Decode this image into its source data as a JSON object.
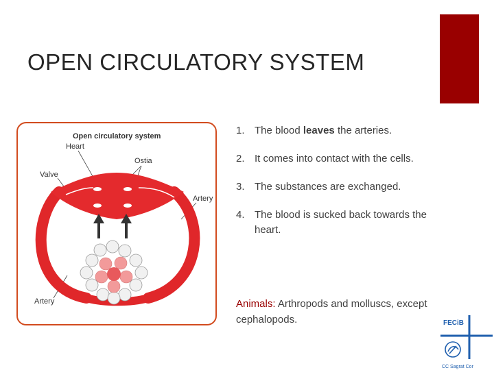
{
  "slide": {
    "title": "OPEN CIRCULATORY SYSTEM",
    "accent_color": "#990000"
  },
  "diagram": {
    "caption": "Open circulatory system",
    "labels": {
      "heart": "Heart",
      "ostia": "Ostia",
      "valve": "Valve",
      "artery_right": "Artery",
      "artery_left": "Artery"
    }
  },
  "steps": [
    {
      "num": "1.",
      "before": "The blood ",
      "bold": "leaves",
      "after": " the arteries."
    },
    {
      "num": "2.",
      "text": "It comes into contact with the cells."
    },
    {
      "num": "3.",
      "text": "The substances are exchanged."
    },
    {
      "num": "4.",
      "text": "The blood is sucked back towards the heart."
    }
  ],
  "animals": {
    "label": "Animals:",
    "text": " Arthropods and molluscs, except cephalopods.",
    "label_color": "#990000"
  },
  "logo": {
    "name": "FECiB",
    "school": "CC Sagrat Cor",
    "color": "#1f5fae"
  }
}
